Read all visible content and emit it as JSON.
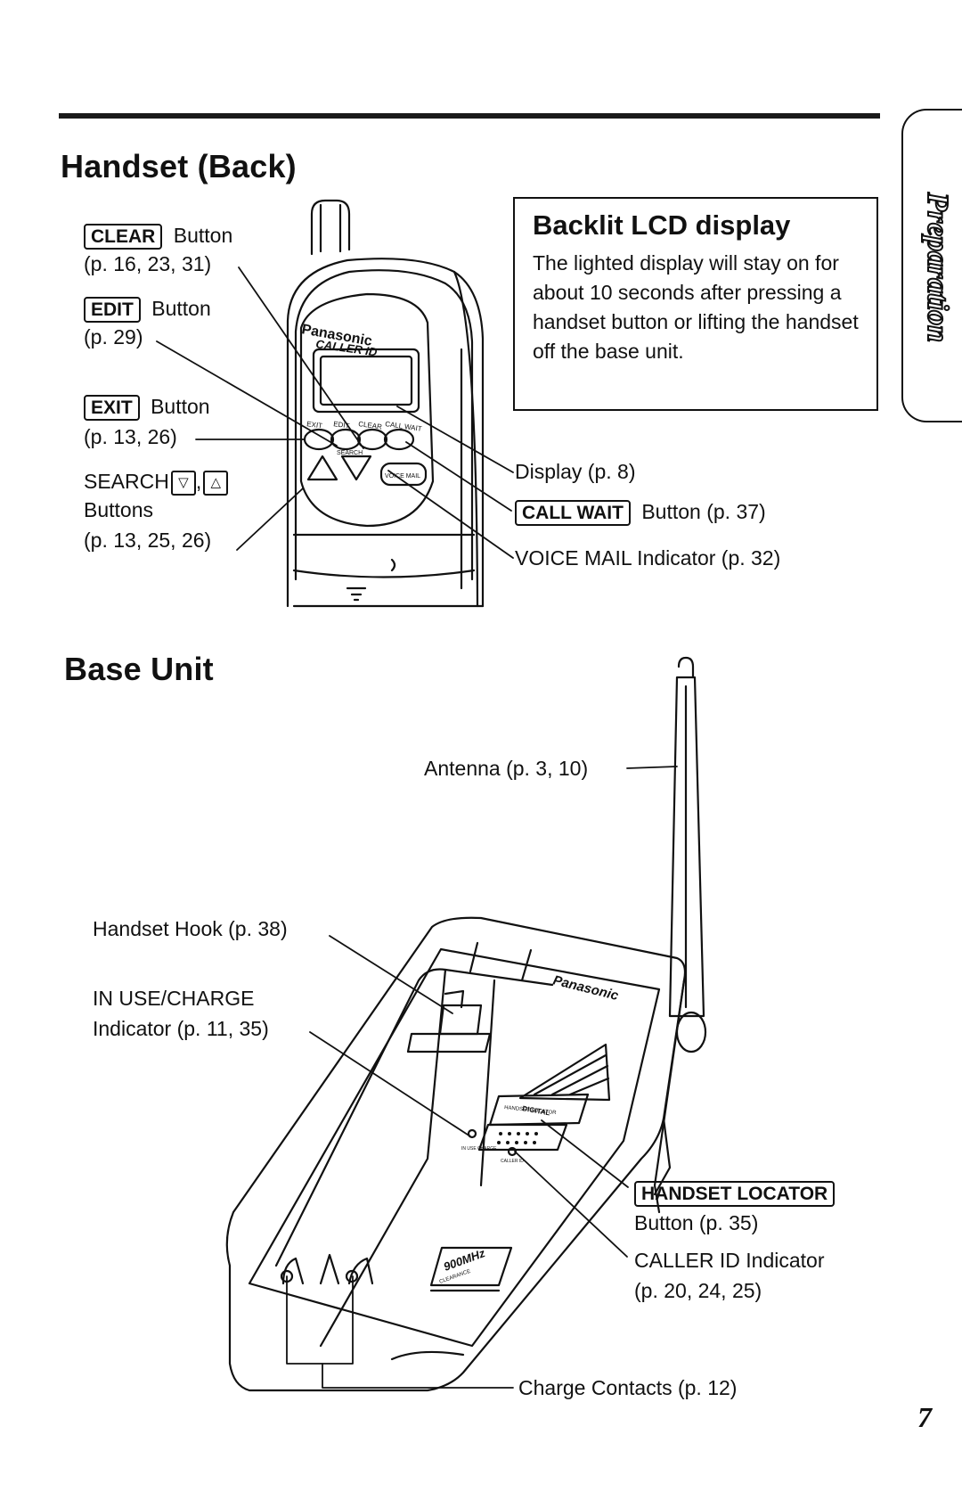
{
  "sections": {
    "handset_title": "Handset (Back)",
    "base_title": "Base Unit"
  },
  "callout": {
    "title": "Backlit LCD display",
    "body": "The lighted display will stay on for about 10 seconds after pressing a handset button or lifting the handset off the base unit."
  },
  "side_tab": "Preparation",
  "page_number": "7",
  "handset_labels": {
    "clear_key": "CLEAR",
    "clear_suffix": " Button",
    "clear_pages": "(p. 16, 23, 31)",
    "edit_key": "EDIT",
    "edit_suffix": " Button",
    "edit_pages": "(p. 29)",
    "exit_key": "EXIT",
    "exit_suffix": " Button",
    "exit_pages": "(p. 13, 26)",
    "search_text": "SEARCH",
    "search_down_glyph": "▽",
    "search_sep": ",",
    "search_up_glyph": "△",
    "search_line2": "Buttons",
    "search_pages": "(p. 13, 25, 26)",
    "display": "Display (p. 8)",
    "call_wait_key": "CALL WAIT",
    "call_wait_suffix": " Button (p. 37)",
    "voice_mail": "VOICE MAIL Indicator (p. 32)"
  },
  "handset_device": {
    "brand": "Panasonic",
    "model": "CALLER ID",
    "keys": [
      "EXIT",
      "EDIT",
      "CLEAR",
      "CALL WAIT"
    ],
    "search_label": "SEARCH",
    "voice_mail_label": "VOICE MAIL"
  },
  "base_labels": {
    "antenna": "Antenna (p. 3, 10)",
    "handset_hook": "Handset Hook (p. 38)",
    "in_use_line1": "IN USE/CHARGE",
    "in_use_line2": "Indicator (p. 11, 35)",
    "locator_key": "HANDSET LOCATOR",
    "locator_line2": "Button (p. 35)",
    "caller_id_line1": "CALLER ID Indicator",
    "caller_id_line2": "(p. 20, 24, 25)",
    "charge_contacts": "Charge Contacts (p. 12)"
  },
  "base_device": {
    "brand": "Panasonic",
    "digital": "DIGITAL",
    "locator_panel": "HANDSET LOCATOR",
    "indicator_a": "IN USE CHARGE",
    "indicator_b": "CALLER ID",
    "band": "900MHz",
    "band_sub": "CLEARANCE"
  }
}
